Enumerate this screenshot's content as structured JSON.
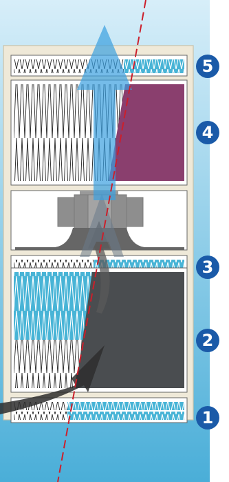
{
  "steps": [
    {
      "number": "5"
    },
    {
      "number": "4"
    },
    {
      "number": "3"
    },
    {
      "number": "2"
    },
    {
      "number": "1"
    }
  ],
  "colors": {
    "panel_blue": "#4aaed8",
    "housing": "#efe9d8",
    "zigzag_blue": "#48b4d6",
    "purple_block": "#8a3f6e",
    "carbon_block": "#4a4d50",
    "cut_line": "#cc1f2b",
    "badge": "#1a5aa8",
    "arrow_blue": "#3a9fe0"
  }
}
